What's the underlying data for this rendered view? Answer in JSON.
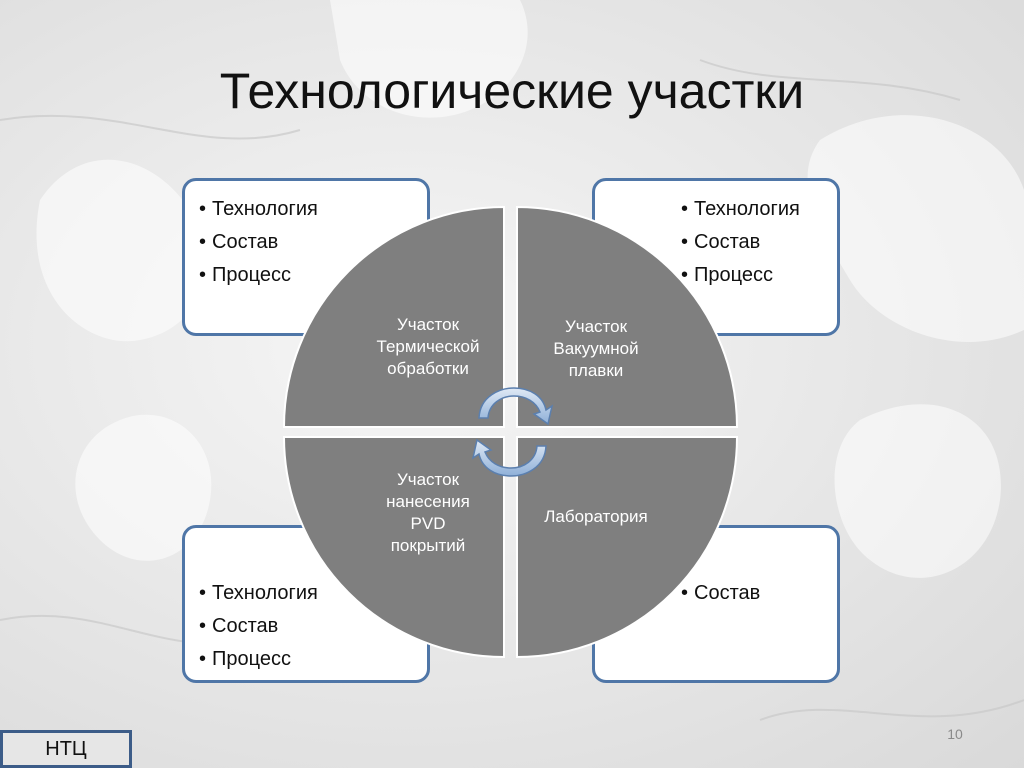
{
  "title": "Технологические участки",
  "boxes": {
    "top_left": {
      "items": [
        "Технология",
        "Состав",
        "Процесс"
      ]
    },
    "top_right": {
      "items": [
        "Технология",
        "Состав",
        "Процесс"
      ]
    },
    "bottom_left": {
      "items": [
        "Технология",
        "Состав",
        "Процесс"
      ]
    },
    "bottom_right": {
      "items": [
        "Состав"
      ]
    }
  },
  "quadrants": {
    "top_left": "Участок\nТермической\nобработки",
    "top_right": "Участок\nВакуумной\nплавки",
    "bottom_left": "Участок\nнанесения\nPVD\nпокрытий",
    "bottom_right": "Лаборатория"
  },
  "footer_label": "НТЦ",
  "slide_number": "10",
  "colors": {
    "quadrant_fill": "#7f7f7f",
    "box_border": "#4f76a7",
    "arrow_fill": "#a9c3e3"
  }
}
